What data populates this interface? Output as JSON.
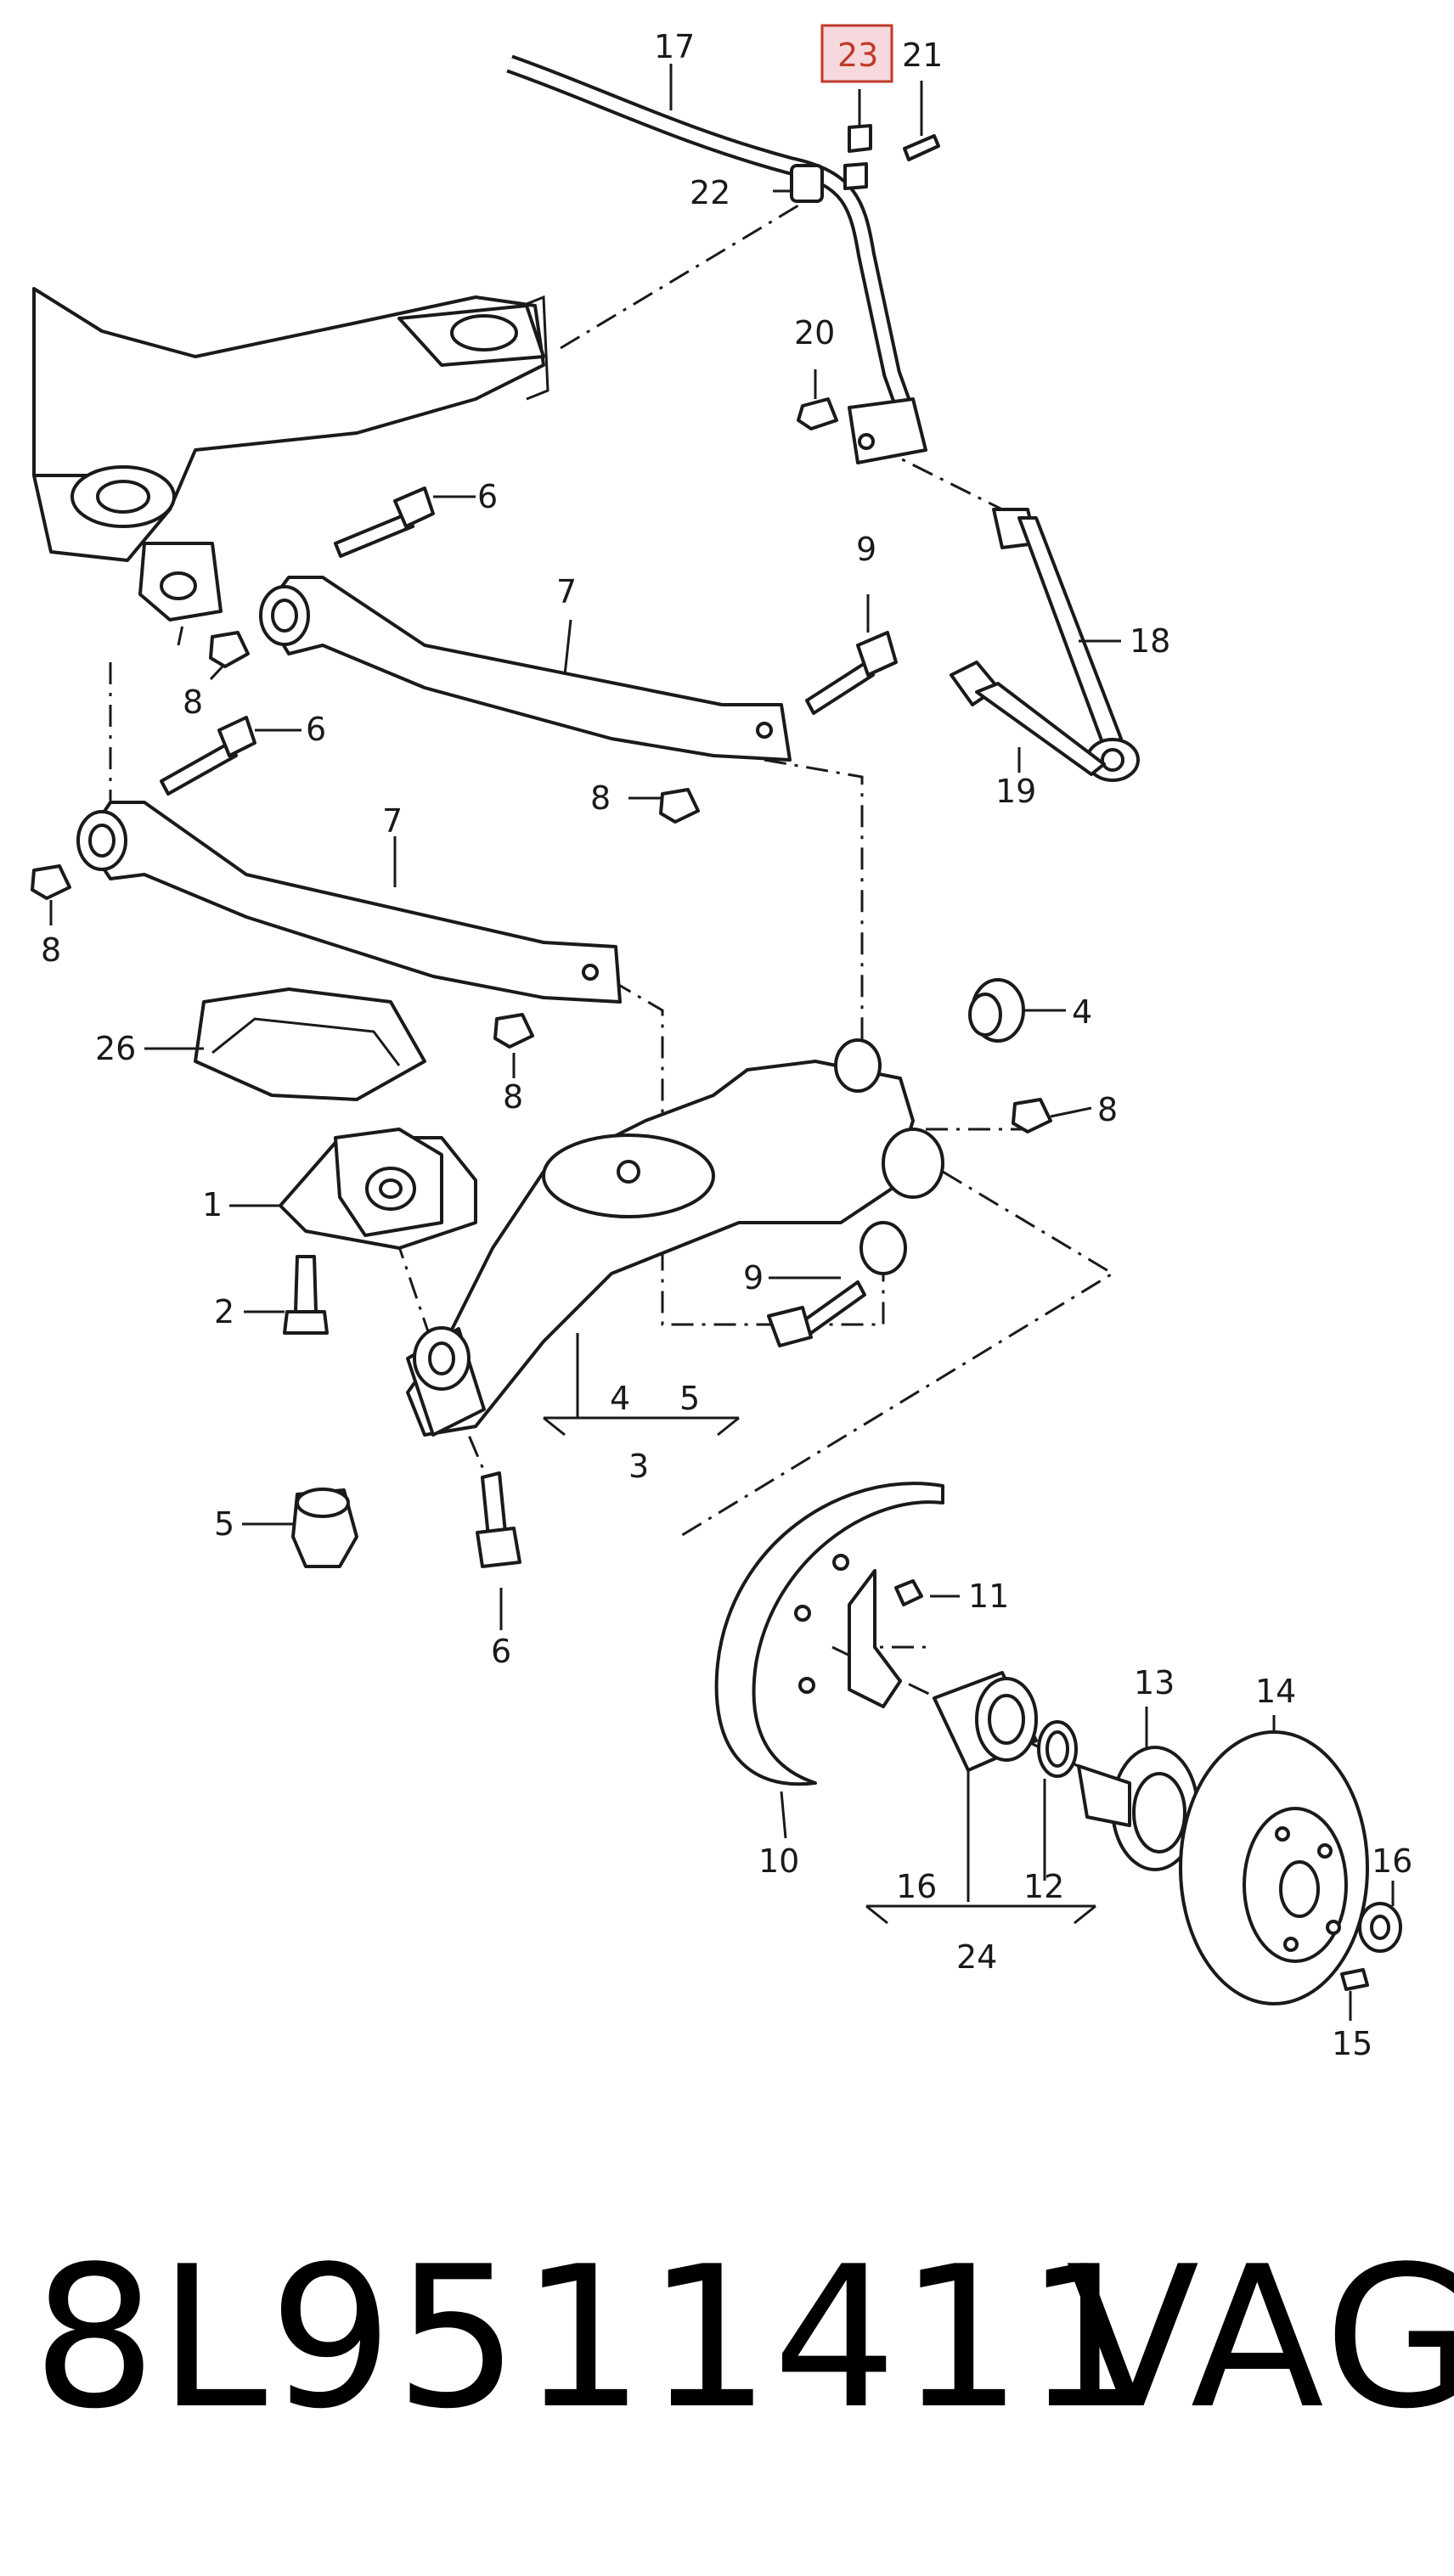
{
  "callouts": {
    "c1": "1",
    "c2": "2",
    "c3": "3",
    "c4a": "4",
    "c4b": "4",
    "c5a": "5",
    "c5b": "5",
    "c6a": "6",
    "c6b": "6",
    "c6c": "6",
    "c7a": "7",
    "c7b": "7",
    "c8a": "8",
    "c8b": "8",
    "c8c": "8",
    "c8d": "8",
    "c8e": "8",
    "c9a": "9",
    "c9b": "9",
    "c10": "10",
    "c11": "11",
    "c12": "12",
    "c13": "13",
    "c14": "14",
    "c15": "15",
    "c16a": "16",
    "c16b": "16",
    "c17": "17",
    "c18": "18",
    "c19": "19",
    "c20": "20",
    "c21": "21",
    "c22": "22",
    "c23": "23",
    "c24": "24",
    "c26": "26"
  },
  "highlighted_callout": "23",
  "colors": {
    "highlight_fill": "#f6d9dc",
    "highlight_stroke": "#c0392b",
    "line": "#1a1a1a"
  },
  "footer": {
    "part_number": "8L9511411",
    "brand": "VAG"
  }
}
